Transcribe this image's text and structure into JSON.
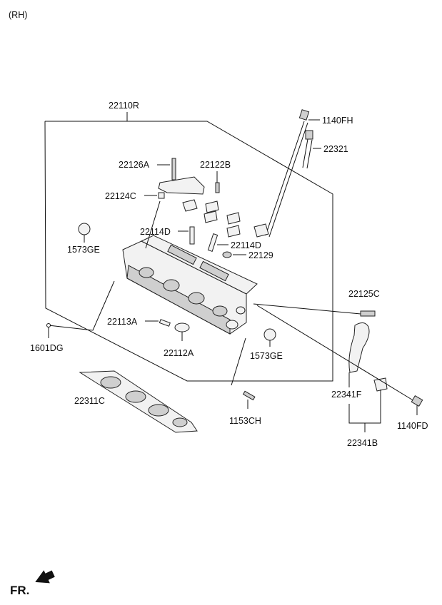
{
  "header": {
    "variant": "(RH)"
  },
  "labels": {
    "p22110R": "22110R",
    "p1140FH": "1140FH",
    "p22321": "22321",
    "p22126A": "22126A",
    "p22122B": "22122B",
    "p22124C": "22124C",
    "p1573GE_top": "1573GE",
    "p22114D_a": "22114D",
    "p22114D_b": "22114D",
    "p22129": "22129",
    "p22125C": "22125C",
    "p22113A": "22113A",
    "p22112A": "22112A",
    "p1601DG": "1601DG",
    "p1573GE_bottom": "1573GE",
    "p22341F": "22341F",
    "p22311C": "22311C",
    "p1153CH": "1153CH",
    "p1140FD": "1140FD",
    "p22341B": "22341B"
  },
  "footer": {
    "direction": "FR."
  },
  "colors": {
    "line": "#111111",
    "part_fill": "#f2f2f2",
    "part_shade": "#cfcfcf"
  }
}
